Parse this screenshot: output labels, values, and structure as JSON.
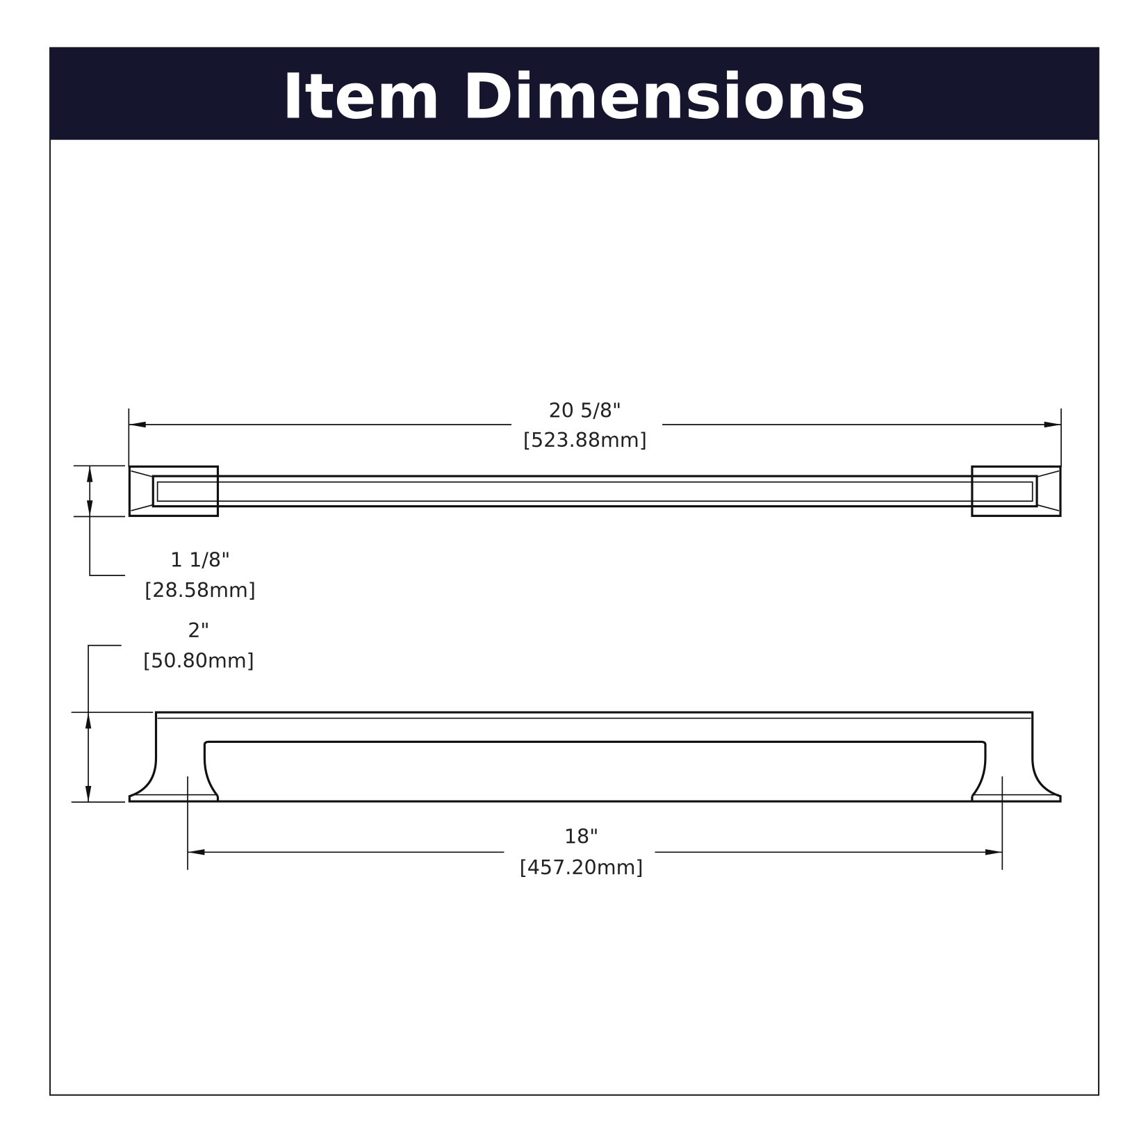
{
  "header": {
    "title": "Item Dimensions",
    "background_color": "#15152e"
  },
  "dimensions": {
    "overall_length": {
      "imperial": "20 5/8\"",
      "metric": "[523.88mm]"
    },
    "width": {
      "imperial": "1 1/8\"",
      "metric": "[28.58mm]"
    },
    "projection": {
      "imperial": "2\"",
      "metric": "[50.80mm]"
    },
    "center_to_center": {
      "imperial": "18\"",
      "metric": "[457.20mm]"
    }
  }
}
